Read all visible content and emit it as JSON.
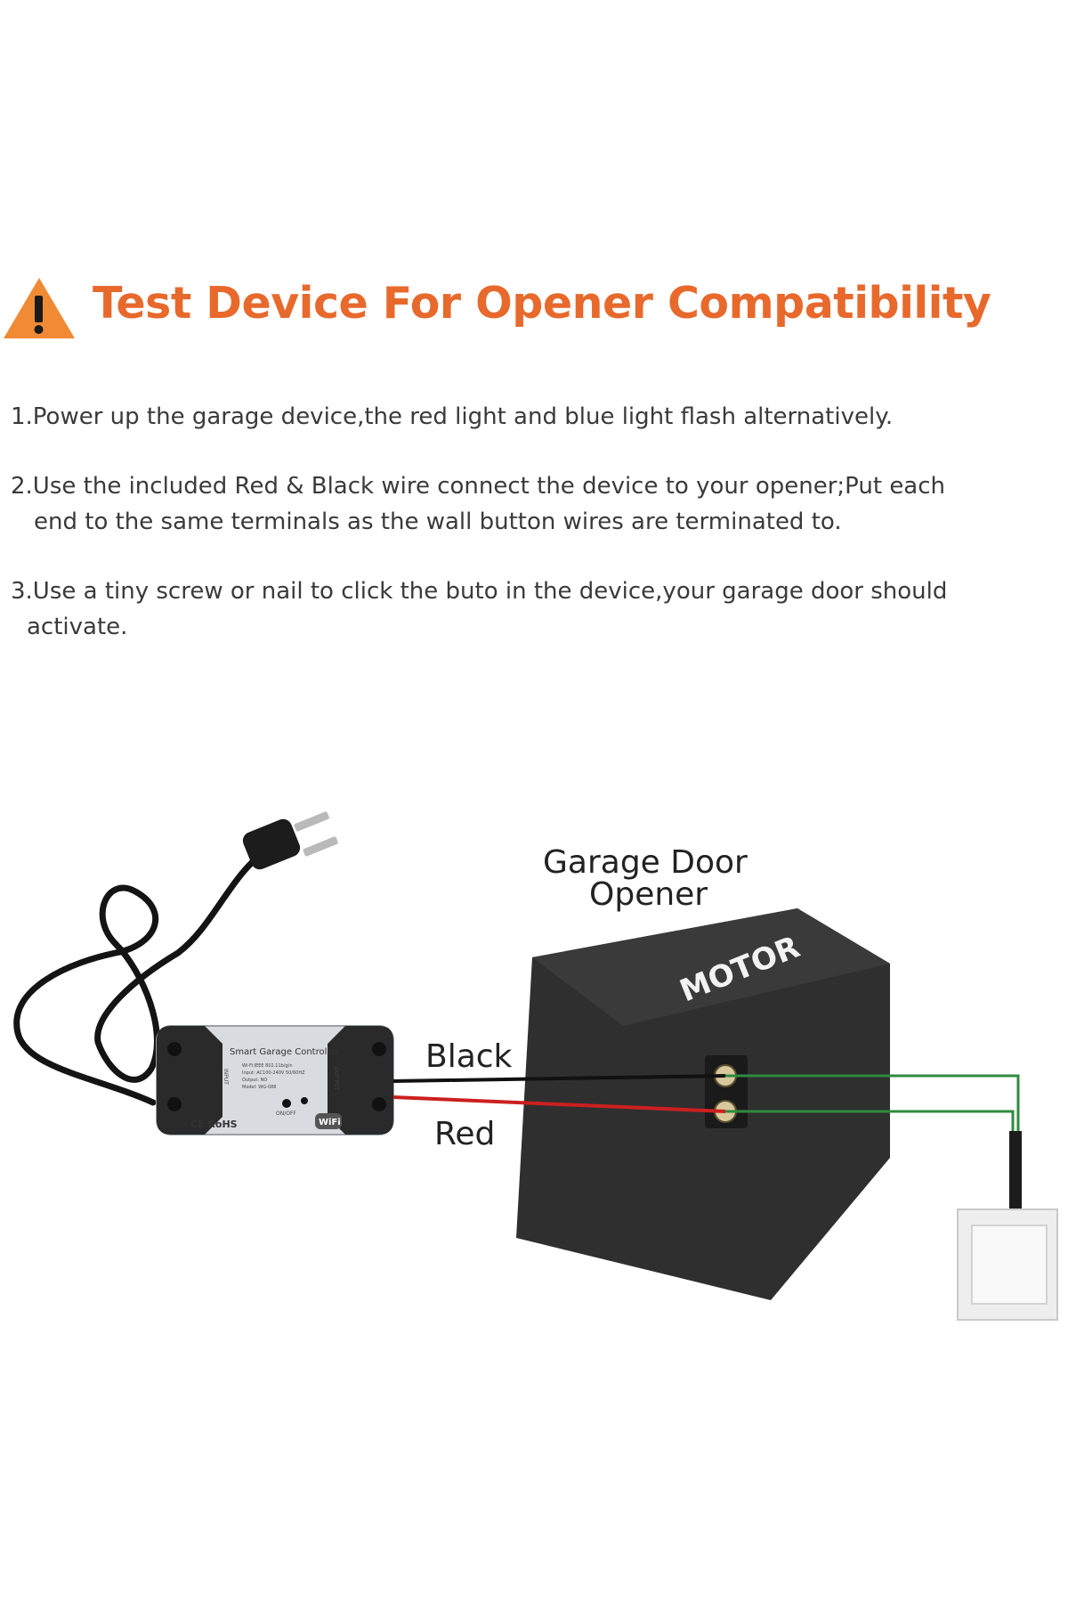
{
  "header": {
    "title": "Test Device For Opener Compatibility",
    "icon": "warning-triangle-icon",
    "title_color": "#e8692c",
    "icon_color": "#f08a35"
  },
  "steps": [
    {
      "line1": "1.Power up the garage device,the red light and blue light flash alternatively."
    },
    {
      "line1": "2.Use the included Red & Black wire connect the device to your opener;Put each",
      "line2": "end to the same terminals as the wall button wires are terminated to."
    },
    {
      "line1": "3.Use a tiny screw or nail to click the buto in the device,your garage door should",
      "line2": "activate."
    }
  ],
  "diagram": {
    "opener_label_line1": "Garage Door",
    "opener_label_line2": "Opener",
    "motor_label": "MOTOR",
    "wire_black_label": "Black",
    "wire_red_label": "Red",
    "controller": {
      "name": "Smart Garage Controller",
      "spec1": "Wi-Fi:IEEE 802.11b/g/n",
      "spec2": "Input: AC100-240V 50/60HZ",
      "spec3": "Output: NO",
      "spec4": "Model: WG-088",
      "left_port": "INPUT",
      "right_port": "OUT PUT",
      "onoff_label": "ON/OFF",
      "cert_label": "CE RoHS",
      "wifi_label": "WiFi"
    },
    "colors": {
      "black_wire": "#111111",
      "red_wire": "#cc1f1f",
      "green_wire": "#2e8b3e",
      "motor_box": "#2f2f2f"
    }
  }
}
